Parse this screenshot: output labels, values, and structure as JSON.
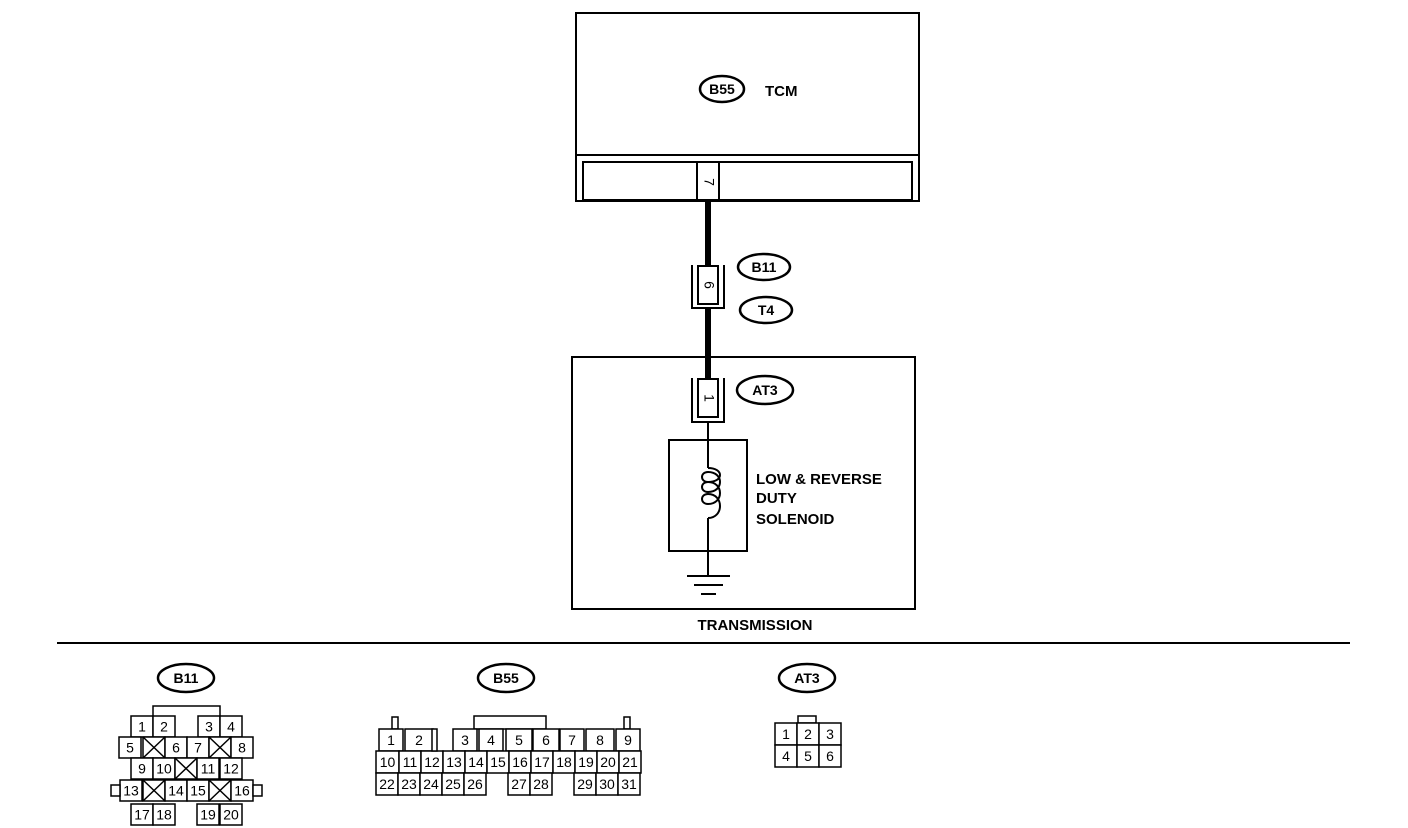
{
  "components": {
    "tcm": {
      "code": "B55",
      "name": "TCM",
      "pin": "7"
    },
    "connector_b11": {
      "code": "B11",
      "pin": "6"
    },
    "connector_t4": {
      "code": "T4"
    },
    "connector_at3": {
      "code": "AT3",
      "pin": "1"
    },
    "solenoid": {
      "line1": "LOW & REVERSE",
      "line2": "DUTY",
      "line3": "SOLENOID"
    },
    "transmission_label": "TRANSMISSION"
  },
  "connector_views": {
    "b11": {
      "code": "B11",
      "rows": [
        [
          "1",
          "2",
          "3",
          "4"
        ],
        [
          "5",
          "6",
          "7",
          "8"
        ],
        [
          "9",
          "10",
          "11",
          "12"
        ],
        [
          "13",
          "14",
          "15",
          "16"
        ],
        [
          "17",
          "18",
          "19",
          "20"
        ]
      ]
    },
    "b55": {
      "code": "B55",
      "rows": [
        [
          "1",
          "2",
          "3",
          "4",
          "5",
          "6",
          "7",
          "8",
          "9"
        ],
        [
          "10",
          "11",
          "12",
          "13",
          "14",
          "15",
          "16",
          "17",
          "18",
          "19",
          "20",
          "21"
        ],
        [
          "22",
          "23",
          "24",
          "25",
          "26",
          "27",
          "28",
          "29",
          "30",
          "31"
        ]
      ]
    },
    "at3": {
      "code": "AT3",
      "rows": [
        [
          "1",
          "2",
          "3"
        ],
        [
          "4",
          "5",
          "6"
        ]
      ]
    }
  }
}
